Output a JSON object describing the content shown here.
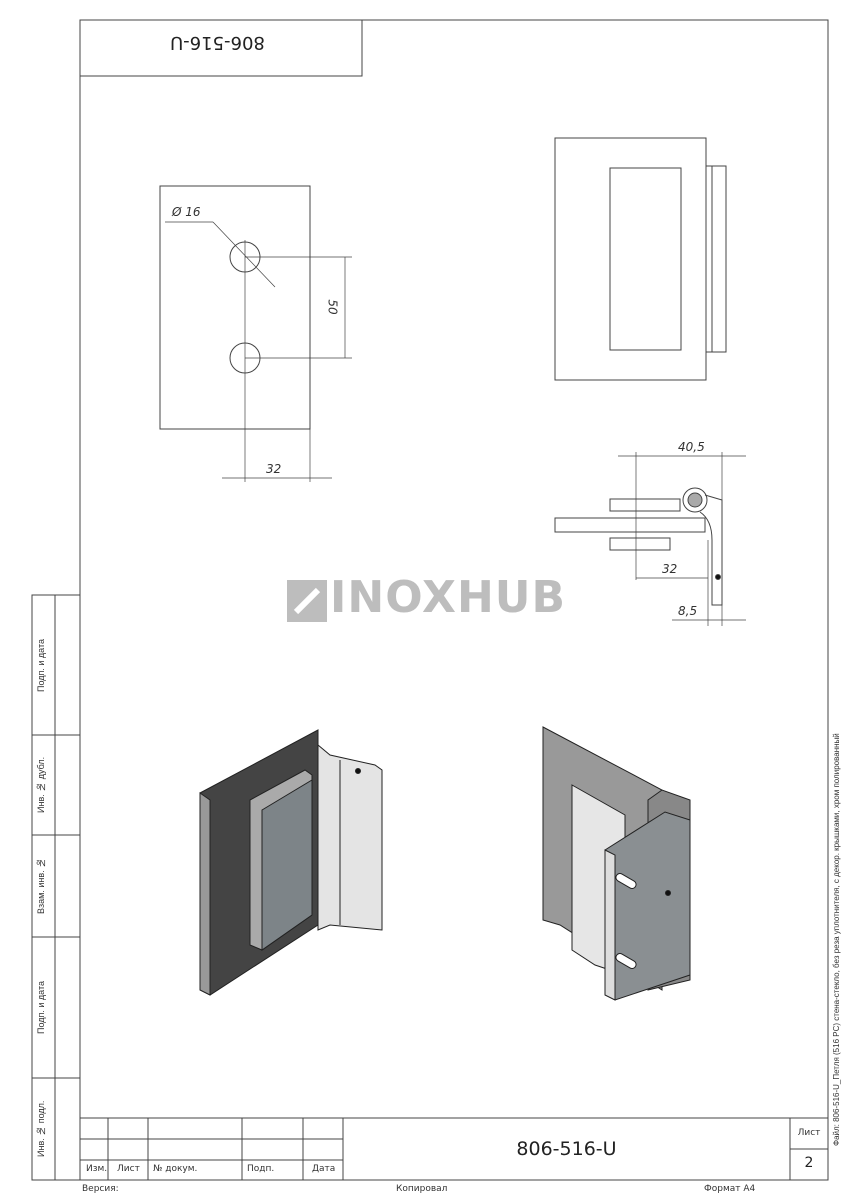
{
  "header_box": {
    "code_inverted": "806-516-U"
  },
  "dimensions": {
    "hole_diameter": "Ø 16",
    "hole_spacing": "50",
    "hole_offset": "32",
    "depth_total": "40,5",
    "depth_glass": "32",
    "depth_offset": "8,5"
  },
  "watermark": "INOXHUB",
  "side_stamps": [
    "Подп. и дата",
    "Инв. № дубл.",
    "Взам. инв. №",
    "Подп. и дата",
    "Инв. № подл."
  ],
  "side_caption": "Файл: 806-516-U_Петля (516 PC) стена-стекло, без реза уплотнителя, с декор. крышками, хром полированный",
  "title_block": {
    "columns": [
      "Изм.",
      "Лист",
      "№ докум.",
      "Подп.",
      "Дата"
    ],
    "designation": "806-516-U",
    "sheet_label": "Лист",
    "sheet_number": "2"
  },
  "footer": {
    "version": "Версия:",
    "copied": "Копировал",
    "format": "Формат A4"
  }
}
